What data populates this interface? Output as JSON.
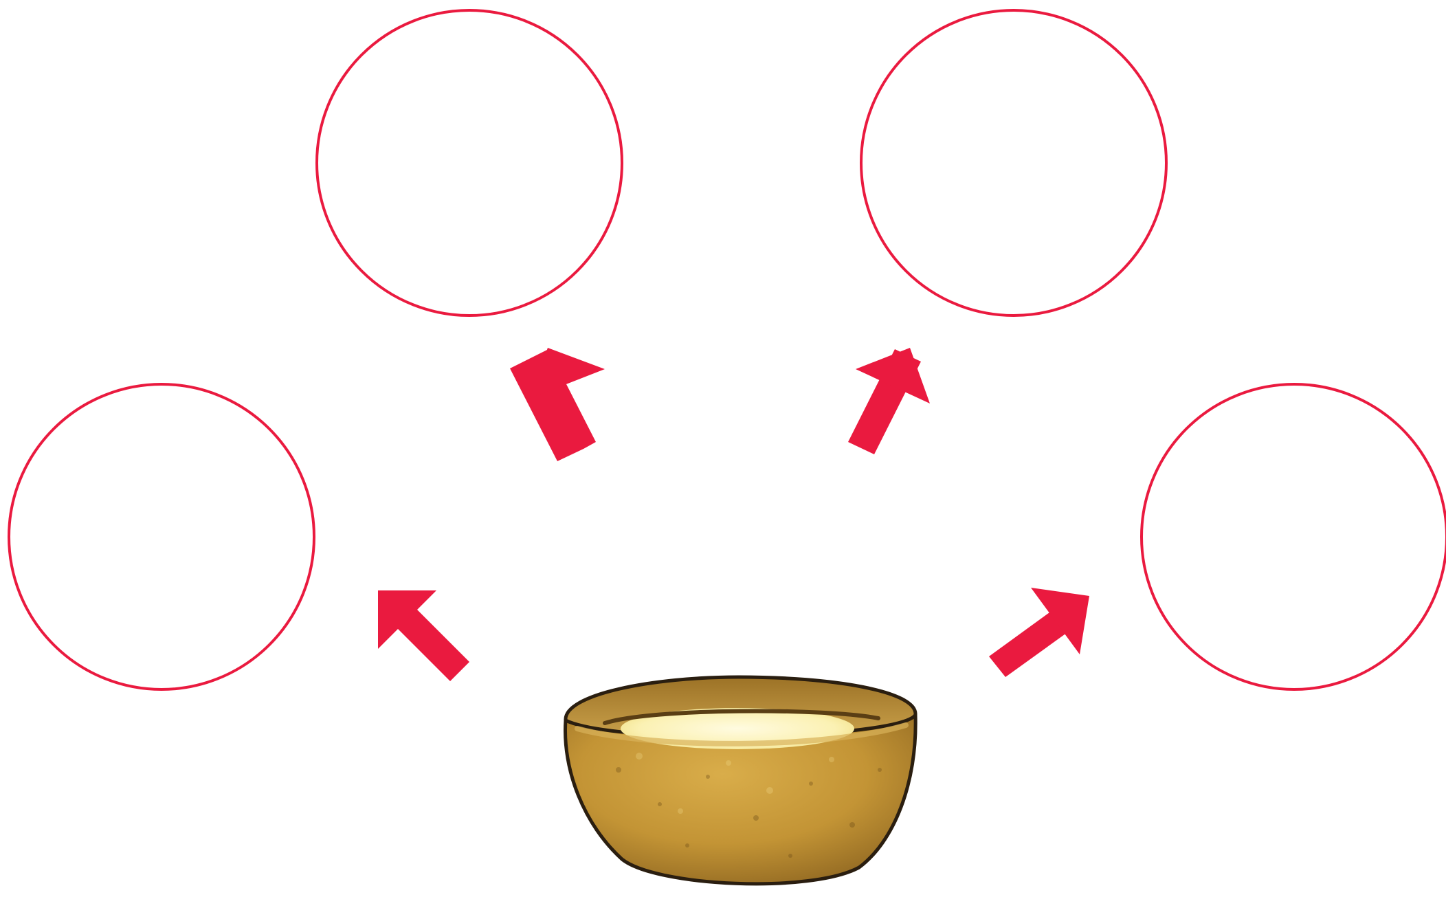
{
  "diagram": {
    "center_item": {
      "icon": "bowl-of-milk-icon"
    },
    "blank_circles": [
      {
        "id": "top-left",
        "text": ""
      },
      {
        "id": "top-right",
        "text": ""
      },
      {
        "id": "middle-left",
        "text": ""
      },
      {
        "id": "middle-right",
        "text": ""
      }
    ],
    "arrow_count": 4
  },
  "colors": {
    "accent": "#ea1a3f",
    "bowl_outer": "#b8892f",
    "bowl_dark": "#7a5618",
    "milk": "#fbf1b3",
    "outline": "#2a1e10",
    "background": "#ffffff"
  }
}
